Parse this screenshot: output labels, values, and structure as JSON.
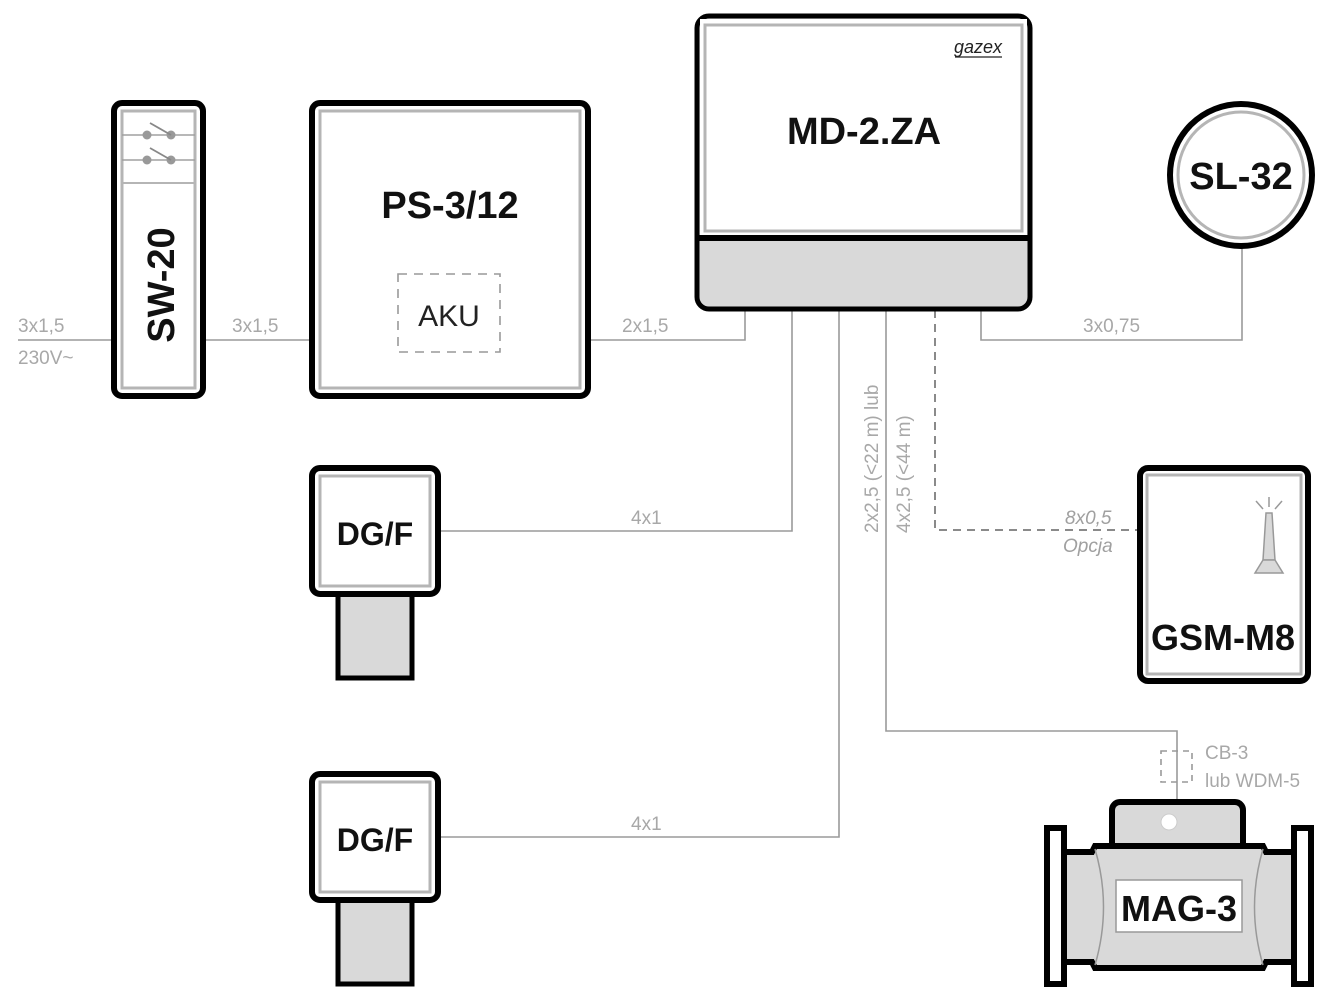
{
  "devices": {
    "sw20": {
      "name": "SW-20"
    },
    "ps": {
      "name": "PS-3/12",
      "battery": "AKU"
    },
    "md": {
      "name": "MD-2.ZA",
      "brand": "gazex"
    },
    "sl": {
      "name": "SL-32"
    },
    "gsm": {
      "name": "GSM-M8"
    },
    "dgf1": {
      "name": "DG/F"
    },
    "dgf2": {
      "name": "DG/F"
    },
    "mag": {
      "name": "MAG-3"
    }
  },
  "wires": {
    "mains_cable": "3x1,5",
    "mains_voltage": "230V~",
    "sw_to_ps": "3x1,5",
    "ps_to_md": "2x1,5",
    "md_to_sl": "3x0,75",
    "dgf1_cable": "4x1",
    "dgf2_cable": "4x1",
    "mag_cable_a": "2x2,5 (<22 m) lub",
    "mag_cable_b": "4x2,5 (<44 m)",
    "gsm_cable": "8x0,5",
    "gsm_option": "Opcja",
    "mag_adapter_a": "CB-3",
    "mag_adapter_b": "lub WDM-5"
  },
  "colors": {
    "outline": "#000000",
    "inner_border": "#b5b5b5",
    "grey_fill": "#d9d9d9",
    "wire": "#9a9a9a",
    "wire_label": "#a8a8a8"
  }
}
